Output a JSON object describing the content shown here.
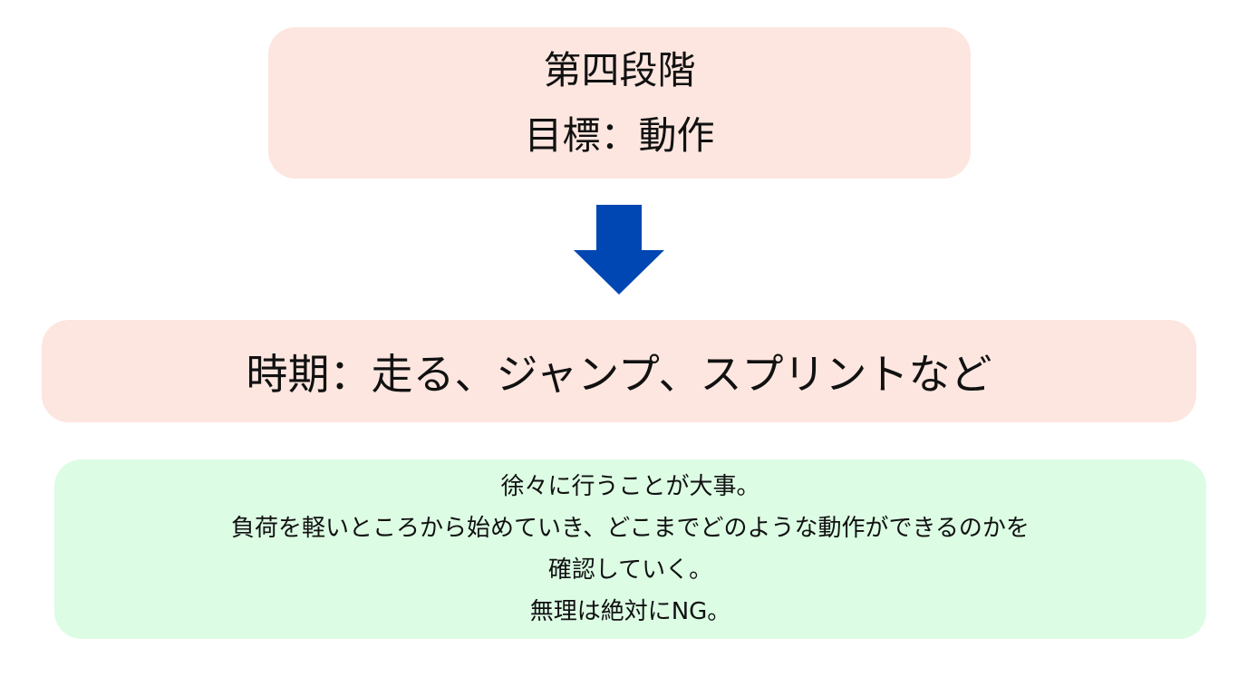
{
  "stage": {
    "title": "第四段階",
    "goal": "目標：動作"
  },
  "arrow": {
    "icon": "down-arrow-icon",
    "color": "#0047b3"
  },
  "period": {
    "text": "時期：走る、ジャンプ、スプリントなど"
  },
  "note": {
    "lines": [
      "徐々に行うことが大事。",
      "負荷を軽いところから始めていき、どこまでどのような動作ができるのかを",
      "確認していく。",
      "無理は絶対にNG。"
    ]
  }
}
